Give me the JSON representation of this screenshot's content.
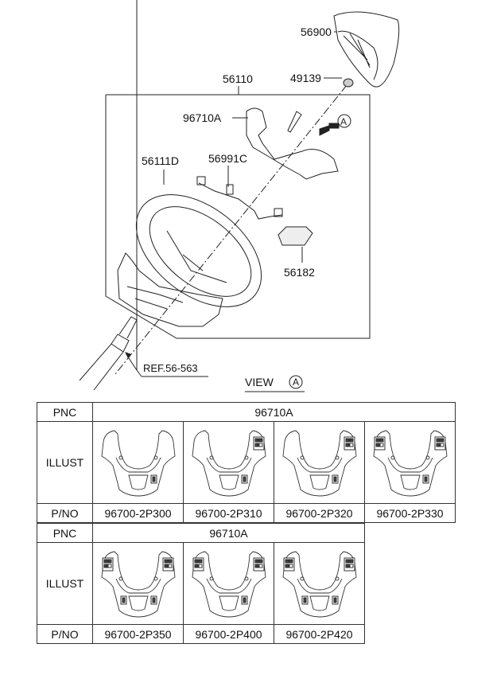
{
  "callouts": {
    "airbag": "56900",
    "nut": "49139",
    "steering_wheel_assy": "56110",
    "remote_control_bezel": "96710A",
    "wheel_body": "56111D",
    "extension_wire": "56991C",
    "damper": "56182",
    "reference": "REF.56-563",
    "view_marker": "A"
  },
  "view_label": "VIEW",
  "view_marker": "A",
  "tables": [
    {
      "pnc_label": "PNC",
      "pnc": "96710A",
      "illust_label": "ILLUST",
      "pno_label": "P/NO",
      "parts": [
        {
          "pno": "96700-2P300",
          "switches": {
            "top_left": false,
            "top_right": false,
            "bottom_left": false,
            "bottom_right": true
          }
        },
        {
          "pno": "96700-2P310",
          "switches": {
            "top_left": false,
            "top_right": true,
            "bottom_left": false,
            "bottom_right": true
          }
        },
        {
          "pno": "96700-2P320",
          "switches": {
            "top_left": false,
            "top_right": true,
            "bottom_left": false,
            "bottom_right": true
          }
        },
        {
          "pno": "96700-2P330",
          "switches": {
            "top_left": true,
            "top_right": true,
            "bottom_left": false,
            "bottom_right": true
          }
        }
      ]
    },
    {
      "pnc_label": "PNC",
      "pnc": "96710A",
      "illust_label": "ILLUST",
      "pno_label": "P/NO",
      "parts": [
        {
          "pno": "96700-2P350",
          "switches": {
            "top_left": true,
            "top_right": true,
            "bottom_left": true,
            "bottom_right": true
          }
        },
        {
          "pno": "96700-2P400",
          "switches": {
            "top_left": true,
            "top_right": true,
            "bottom_left": false,
            "bottom_right": true
          }
        },
        {
          "pno": "96700-2P420",
          "switches": {
            "top_left": true,
            "top_right": true,
            "bottom_left": true,
            "bottom_right": true
          }
        }
      ]
    }
  ]
}
